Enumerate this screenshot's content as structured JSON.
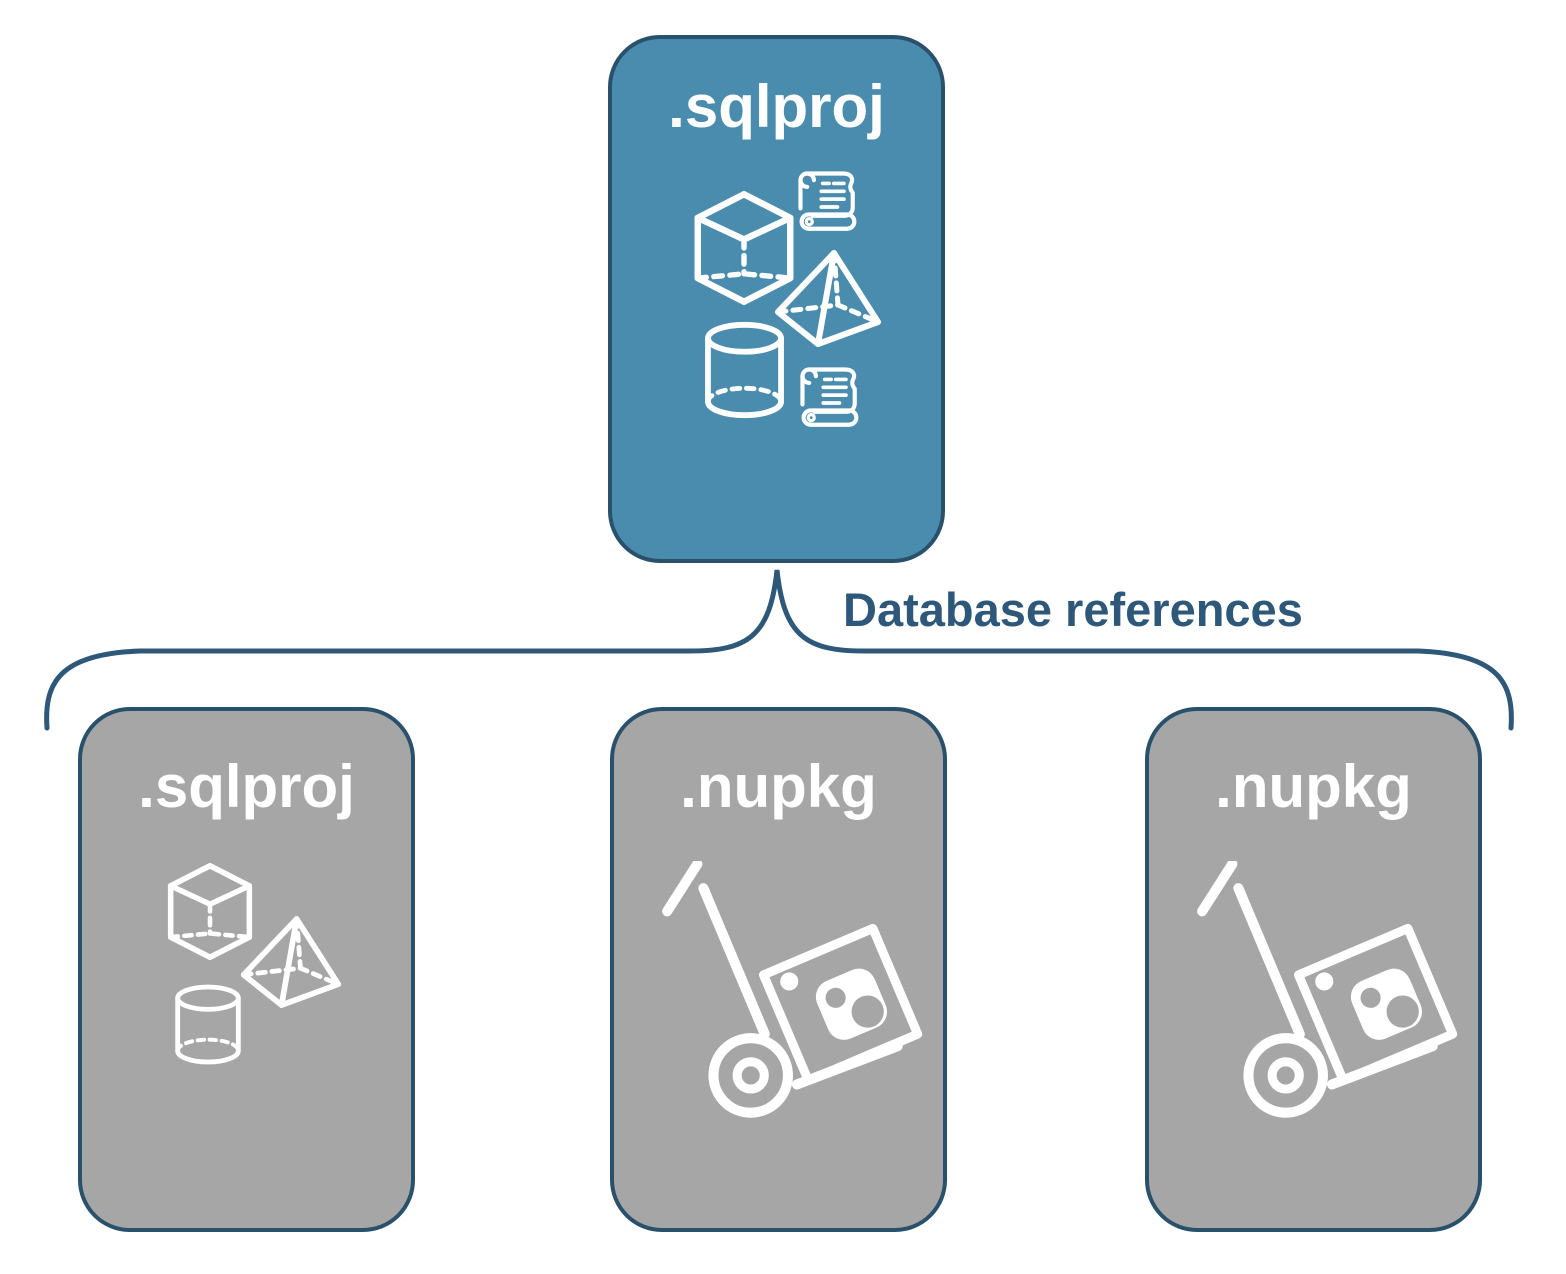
{
  "colors": {
    "root_fill": "#4A8CAD",
    "child_fill": "#A6A6A6",
    "card_border": "#29516C",
    "connector_stroke": "#2E587A",
    "label_text": "#2E587A",
    "icon_stroke": "#FFFFFF",
    "title_text": "#FFFFFF"
  },
  "diagram": {
    "connector_label": "Database references",
    "root": {
      "label": ".sqlproj",
      "icons": [
        "scroll-icon",
        "cube-icon",
        "pyramid-icon",
        "cylinder-icon",
        "scroll-icon"
      ]
    },
    "children": [
      {
        "label": ".sqlproj",
        "icons": [
          "cube-icon",
          "pyramid-icon",
          "cylinder-icon"
        ]
      },
      {
        "label": ".nupkg",
        "icons": [
          "hand-truck-nuget-package-icon"
        ]
      },
      {
        "label": ".nupkg",
        "icons": [
          "hand-truck-nuget-package-icon"
        ]
      }
    ]
  }
}
